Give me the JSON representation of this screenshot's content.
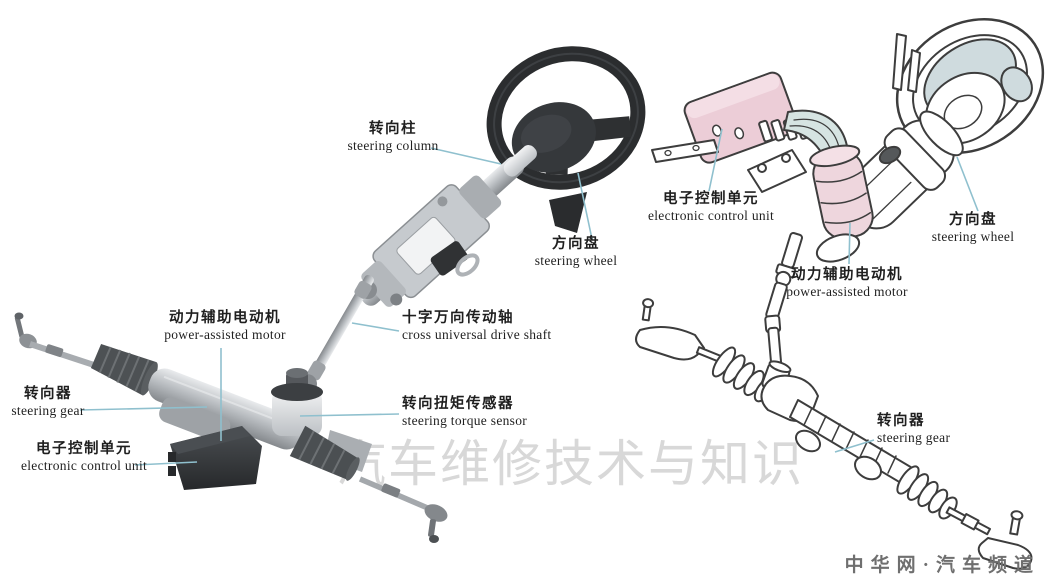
{
  "watermark": "汽车维修技术与知识",
  "credit": "中华网·汽车频道",
  "colors": {
    "leader_line": "#8fc0ce",
    "label_text": "#1f1f1f",
    "watermark_gray": "#d8d8d8",
    "credit_gray": "#6f6f6f",
    "ecu_pink": "#eccdd7",
    "motor_pink": "#eed6dd",
    "wheel_window_blue_gray": "#cfdbde",
    "wire_ribbon": "#d6e4e2",
    "photo_dark_part": "#2b2d2f",
    "photo_silver_part": "#b9bdc1"
  },
  "left_diagram": {
    "labels": {
      "steering_column": {
        "zh": "转向柱",
        "en": "steering column"
      },
      "steering_wheel": {
        "zh": "方向盘",
        "en": "steering wheel"
      },
      "power_assisted_motor": {
        "zh": "动力辅助电动机",
        "en": "power-assisted motor"
      },
      "steering_gear": {
        "zh": "转向器",
        "en": "steering gear"
      },
      "electronic_control_unit": {
        "zh": "电子控制单元",
        "en": "electronic control unit"
      },
      "cross_universal_drive_shaft": {
        "zh": "十字万向传动轴",
        "en": "cross universal drive shaft"
      },
      "steering_torque_sensor": {
        "zh": "转向扭矩传感器",
        "en": "steering torque sensor"
      }
    }
  },
  "right_diagram": {
    "labels": {
      "electronic_control_unit": {
        "zh": "电子控制单元",
        "en": "electronic control unit"
      },
      "steering_wheel": {
        "zh": "方向盘",
        "en": "steering wheel"
      },
      "power_assisted_motor": {
        "zh": "动力辅助电动机",
        "en": "power-assisted motor"
      },
      "steering_gear": {
        "zh": "转向器",
        "en": "steering gear"
      }
    }
  }
}
